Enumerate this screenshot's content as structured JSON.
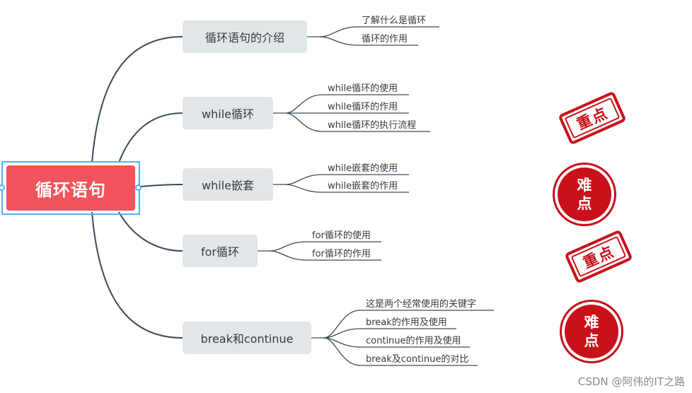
{
  "root": {
    "label": "循环语句"
  },
  "branches": [
    {
      "label": "循环语句的介绍",
      "leaves": [
        "了解什么是循环",
        "循环的作用"
      ]
    },
    {
      "label": "while循环",
      "leaves": [
        "while循环的使用",
        "while循环的作用",
        "while循环的执行流程"
      ]
    },
    {
      "label": "while嵌套",
      "leaves": [
        "while嵌套的使用",
        "while嵌套的作用"
      ]
    },
    {
      "label": "for循环",
      "leaves": [
        "for循环的使用",
        "for循环的作用"
      ]
    },
    {
      "label": "break和continue",
      "leaves": [
        "这是两个经常使用的关键字",
        "break的作用及使用",
        "continue的作用及使用",
        "break及continue的对比"
      ]
    }
  ],
  "stamps": [
    {
      "kind": "rect",
      "text": "重点"
    },
    {
      "kind": "circle",
      "line1": "难",
      "line2": "点"
    },
    {
      "kind": "rect",
      "text": "重点"
    },
    {
      "kind": "circle",
      "line1": "难",
      "line2": "点"
    }
  ],
  "watermark": "CSDN @阿伟的IT之路",
  "colors": {
    "root_fill": "#f2545b",
    "root_border": "#4fb4ec",
    "branch_fill": "#e1e6e8",
    "line": "#3e4a57",
    "stamp_red": "#c8111b"
  }
}
